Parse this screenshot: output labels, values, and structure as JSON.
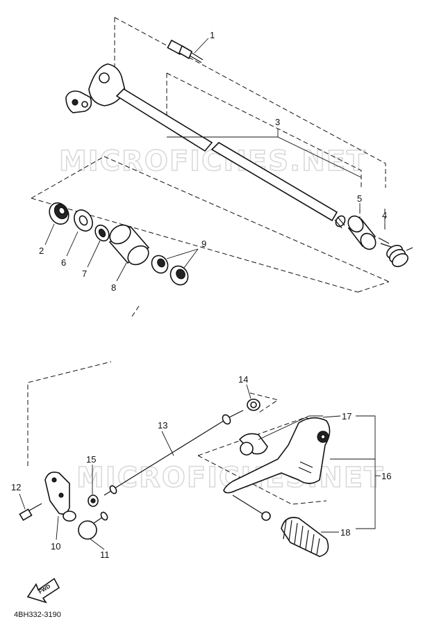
{
  "watermark": "MICROFICHES.NET",
  "diagram_code": "4BH332-3190",
  "fwd_label": "FWD",
  "callouts": {
    "c1": "1",
    "c2": "2",
    "c3": "3",
    "c4": "4",
    "c5": "5",
    "c6": "6",
    "c7": "7",
    "c8": "8",
    "c9": "9",
    "c10": "10",
    "c11": "11",
    "c12": "12",
    "c13": "13",
    "c14": "14",
    "c15": "15",
    "c16": "16",
    "c17": "17",
    "c18": "18"
  }
}
